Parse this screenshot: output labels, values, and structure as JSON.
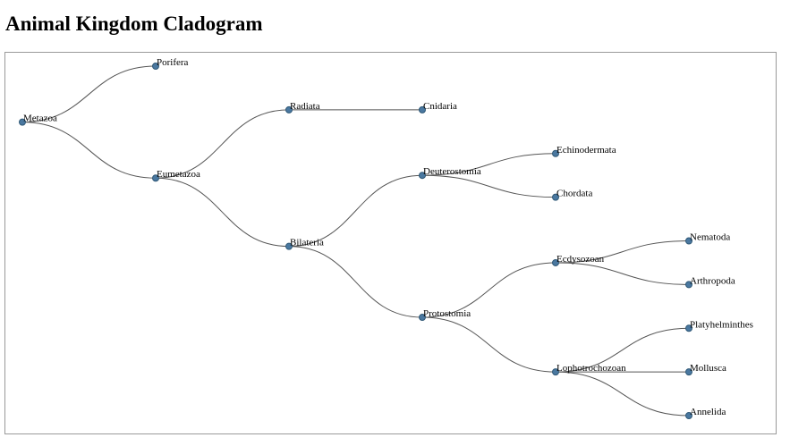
{
  "page": {
    "title": "Animal Kingdom Cladogram"
  },
  "colors": {
    "node_fill": "#4a78a0",
    "link": "#555555",
    "frame_border": "#9a9a9a"
  },
  "tree": {
    "name": "Metazoa",
    "children": [
      {
        "name": "Porifera"
      },
      {
        "name": "Eumetazoa",
        "children": [
          {
            "name": "Radiata",
            "children": [
              {
                "name": "Cnidaria"
              }
            ]
          },
          {
            "name": "Bilateria",
            "children": [
              {
                "name": "Deuterostomia",
                "children": [
                  {
                    "name": "Echinodermata"
                  },
                  {
                    "name": "Chordata"
                  }
                ]
              },
              {
                "name": "Protostomia",
                "children": [
                  {
                    "name": "Ecdysozoan",
                    "children": [
                      {
                        "name": "Nematoda"
                      },
                      {
                        "name": "Arthropoda"
                      }
                    ]
                  },
                  {
                    "name": "Lophotrochozoan",
                    "children": [
                      {
                        "name": "Platyhelminthes"
                      },
                      {
                        "name": "Mollusca"
                      },
                      {
                        "name": "Annelida"
                      }
                    ]
                  }
                ]
              }
            ]
          }
        ]
      }
    ]
  }
}
